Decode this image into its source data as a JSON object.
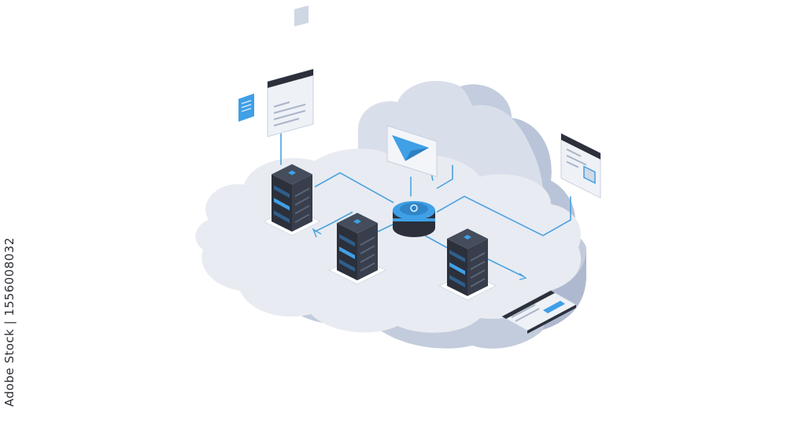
{
  "image": {
    "subject": "isometric cloud data center with servers",
    "stock_id": "1556008032",
    "watermark": "Adobe Stock",
    "colors": {
      "cloud_top": "#e6e9f0",
      "cloud_side": "#c6cede",
      "cloud_back": "#d5dbe7",
      "accent_blue": "#3fa0e6",
      "server_dark": "#2b303b",
      "server_top": "#3a404d"
    }
  }
}
